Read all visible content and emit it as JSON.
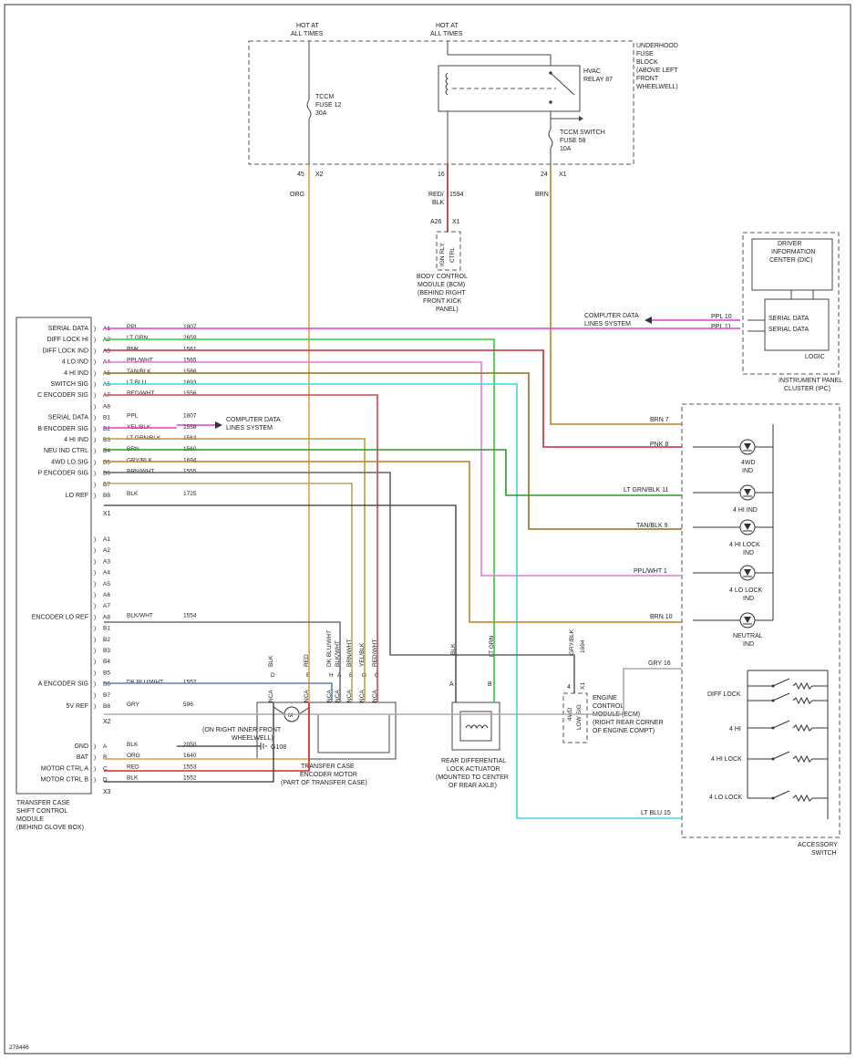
{
  "title_code": "278446",
  "top_labels": {
    "hot1": [
      "HOT AT",
      "ALL TIMES"
    ],
    "hot2": [
      "HOT AT",
      "ALL TIMES"
    ],
    "fuse_block": [
      "UNDERHOOD",
      "FUSE",
      "BLOCK",
      "(ABOVE LEFT",
      "FRONT",
      "WHEELWELL)"
    ],
    "tccm_fuse": [
      "TCCM",
      "FUSE 12",
      "30A"
    ],
    "hvac_relay": [
      "HVAC",
      "RELAY 87"
    ],
    "tccm_switch_fuse": [
      "TCCM SWITCH",
      "FUSE 58",
      "10A"
    ],
    "pin45": "45",
    "x2": "X2",
    "pin16": "16",
    "pin24": "24",
    "x1": "X1",
    "org": "ORG",
    "red_blk": [
      "RED/",
      "BLK"
    ],
    "c1594": "1594",
    "brn": "BRN",
    "a26": "A26",
    "x1b": "X1",
    "bcm_inner": [
      "IGN RLY",
      "CTRL"
    ],
    "bcm": [
      "BODY CONTROL",
      "MODULE (BCM)",
      "(BEHIND RIGHT",
      "FRONT KICK",
      "PANEL)"
    ]
  },
  "ipc": {
    "dic": [
      "DRIVER",
      "INFORMATION",
      "CENTER (DIC)"
    ],
    "serial1": "SERIAL DATA",
    "serial2": "SERIAL DATA",
    "logic": "LOGIC",
    "ppl10": "PPL 10",
    "ppl11": "PPL 11",
    "cdls": [
      "COMPUTER DATA",
      "LINES SYSTEM"
    ],
    "name": [
      "INSTRUMENT PANEL",
      "CLUSTER (IPC)"
    ]
  },
  "tcscm": {
    "x1_rows": [
      {
        "label": "SERIAL DATA",
        "pin": "A1",
        "color": "PPL",
        "circuit": "1807"
      },
      {
        "label": "DIFF LOCK HI",
        "pin": "A2",
        "color": "LT GRN",
        "circuit": "2659"
      },
      {
        "label": "DIFF LOCK IND",
        "pin": "A3",
        "color": "PNK",
        "circuit": "1561"
      },
      {
        "label": "4 LO IND",
        "pin": "A4",
        "color": "PPL/WHT",
        "circuit": "1565"
      },
      {
        "label": "4 HI IND",
        "pin": "A5",
        "color": "TAN/BLK",
        "circuit": "1566"
      },
      {
        "label": "SWITCH SIG",
        "pin": "A6",
        "color": "LT BLU",
        "circuit": "1693"
      },
      {
        "label": "C ENCODER SIG",
        "pin": "A7",
        "color": "RED/WHT",
        "circuit": "1556"
      },
      {
        "label": "",
        "pin": "A8",
        "color": "",
        "circuit": ""
      },
      {
        "label": "SERIAL DATA",
        "pin": "B1",
        "color": "PPL",
        "circuit": "1807"
      },
      {
        "label": "B ENCODER SIG",
        "pin": "B2",
        "color": "YEL/BLK",
        "circuit": "1558"
      },
      {
        "label": "4 HI IND",
        "pin": "B3",
        "color": "LT GRN/BLK",
        "circuit": "1563"
      },
      {
        "label": "NEU IND CTRL",
        "pin": "B4",
        "color": "BRN",
        "circuit": "1560"
      },
      {
        "label": "4WD LO SIG",
        "pin": "B5",
        "color": "GRY/BLK",
        "circuit": "1694"
      },
      {
        "label": "P ENCODER SIG",
        "pin": "B6",
        "color": "BRN/WHT",
        "circuit": "1555"
      },
      {
        "label": "",
        "pin": "B7",
        "color": "",
        "circuit": ""
      },
      {
        "label": "LO REF",
        "pin": "B8",
        "color": "BLK",
        "circuit": "1725"
      }
    ],
    "x1": "X1",
    "x2_rows": [
      {
        "label": "",
        "pin": "A1",
        "color": "",
        "circuit": ""
      },
      {
        "label": "",
        "pin": "A2",
        "color": "",
        "circuit": ""
      },
      {
        "label": "",
        "pin": "A3",
        "color": "",
        "circuit": ""
      },
      {
        "label": "",
        "pin": "A4",
        "color": "",
        "circuit": ""
      },
      {
        "label": "",
        "pin": "A5",
        "color": "",
        "circuit": ""
      },
      {
        "label": "",
        "pin": "A6",
        "color": "",
        "circuit": ""
      },
      {
        "label": "",
        "pin": "A7",
        "color": "",
        "circuit": ""
      },
      {
        "label": "ENCODER LO REF",
        "pin": "A8",
        "color": "BLK/WHT",
        "circuit": "1554"
      },
      {
        "label": "",
        "pin": "B1",
        "color": "",
        "circuit": ""
      },
      {
        "label": "",
        "pin": "B2",
        "color": "",
        "circuit": ""
      },
      {
        "label": "",
        "pin": "B3",
        "color": "",
        "circuit": ""
      },
      {
        "label": "",
        "pin": "B4",
        "color": "",
        "circuit": ""
      },
      {
        "label": "",
        "pin": "B5",
        "color": "",
        "circuit": ""
      },
      {
        "label": "A ENCODER SIG",
        "pin": "B6",
        "color": "DK BLU/WHT",
        "circuit": "1557"
      },
      {
        "label": "",
        "pin": "B7",
        "color": "",
        "circuit": ""
      },
      {
        "label": "5V REF",
        "pin": "B8",
        "color": "GRY",
        "circuit": "596"
      }
    ],
    "x2": "X2",
    "x3_rows": [
      {
        "label": "GND",
        "pin": "A",
        "color": "BLK",
        "circuit": "2050"
      },
      {
        "label": "BAT",
        "pin": "B",
        "color": "ORG",
        "circuit": "1640"
      },
      {
        "label": "MOTOR CTRL A",
        "pin": "C",
        "color": "RED",
        "circuit": "1553"
      },
      {
        "label": "MOTOR CTRL B",
        "pin": "D",
        "color": "BLK",
        "circuit": "1552"
      }
    ],
    "x3": "X3",
    "cdls": [
      "COMPUTER DATA",
      "LINES SYSTEM"
    ],
    "ground_note": [
      "(ON RIGHT INNER FRONT",
      "WHEELWELL)"
    ],
    "g108": "G108",
    "name": [
      "TRANSFER CASE",
      "SHIFT CONTROL",
      "MODULE",
      "(BEHIND GLOVE BOX)"
    ]
  },
  "acc": {
    "brn7": "BRN  7",
    "pnk8": "PNK  8",
    "ltgrnblk11": "LT GRN/BLK 11",
    "tanblk9": "TAN/BLK  9",
    "pplwht1": "PPL/WHT  1",
    "brn10": "BRN 10",
    "gry16": "GRY 16",
    "ltblu15": "LT BLU 15",
    "ind4wd": [
      "4WD",
      "IND"
    ],
    "ind4hi": "4 HI IND",
    "ind4hilock": [
      "4 HI LOCK",
      "IND"
    ],
    "ind4lolock": [
      "4 LO LOCK",
      "IND"
    ],
    "indneutral": [
      "NEUTRAL",
      "IND"
    ],
    "diff_lock": "DIFF LOCK",
    "s4hi": "4 HI",
    "s4hilock": "4 HI LOCK",
    "s4lolock": "4 LO LOCK",
    "name": [
      "ACCESSORY",
      "SWITCH"
    ]
  },
  "motor": {
    "pins": [
      "D",
      "E",
      "H",
      "A",
      "B",
      "G",
      "C"
    ],
    "colors": [
      "BLK",
      "RED",
      "DK BLU/WHT",
      "BLK/WHT",
      "BRN/WHT",
      "YEL/BLK",
      "RED/WHT"
    ],
    "nca": "NCA",
    "m": "M",
    "name": [
      "TRANSFER CASE",
      "ENCODER MOTOR",
      "(PART OF TRANSFER CASE)"
    ]
  },
  "actuator": {
    "pin_a": "A",
    "pin_b": "B",
    "blk": "BLK",
    "ltgrn": "LT GRN",
    "name": [
      "REAR DIFFERENTIAL",
      "LOCK ACTUATOR",
      "(MOUNTED TO CENTER",
      "OF REAR AXLE)"
    ]
  },
  "ecm": {
    "pin4": "4",
    "x1": "X1",
    "grybk": "GRY/BLK",
    "c1694": "1694",
    "inner": [
      "4WD",
      "LOW SIG"
    ],
    "name": [
      "ENGINE",
      "CONTROL",
      "MODULE (ECM)",
      "(RIGHT REAR CORNER",
      "OF ENGINE COMPT)"
    ]
  },
  "colors": {
    "ppl": "#e23fd0",
    "ltgrn": "#2fcf3a",
    "pnk": "#c8283c",
    "pplwht": "#e07ae0",
    "tanblk": "#9b6a1a",
    "ltblu": "#3fd6e6",
    "redwht": "#d04a4a",
    "yelblk": "#b8a23a",
    "ltgrnblk": "#2a9b2a",
    "brn": "#b98324",
    "gryblk": "#666666",
    "brnwht": "#c4a060",
    "blk": "#333333",
    "blkwht": "#555555",
    "dkbluwht": "#6a7ab8",
    "gry": "#aaaaaa",
    "org": "#e1a044",
    "red": "#d62828",
    "redblk": "#9e2a2a"
  }
}
